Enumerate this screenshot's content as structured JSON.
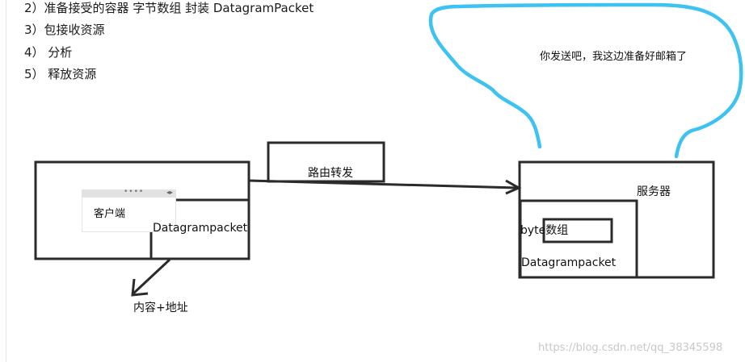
{
  "steps": [
    "2）准备接受的容器 字节数组  封装 DatagramPacket",
    "3）包接收资源",
    "4）  分析",
    "5）  释放资源"
  ],
  "diagram": {
    "router_label": "路由转发",
    "client_label": "客户端",
    "client_packet_label": "Datagrampacket",
    "content_address_label": "内容+地址",
    "server_label": "服务器",
    "byte_array_label": "byte数组",
    "server_packet_label": "Datagrampacket",
    "speech_text": "你发送吧，我这边准备好邮箱了"
  },
  "watermark": "https://blog.csdn.net/qq_38345598",
  "colors": {
    "ink": "#2b2b2b",
    "bubble": "#3ec2f2",
    "watermark": "#c8c8c8"
  }
}
